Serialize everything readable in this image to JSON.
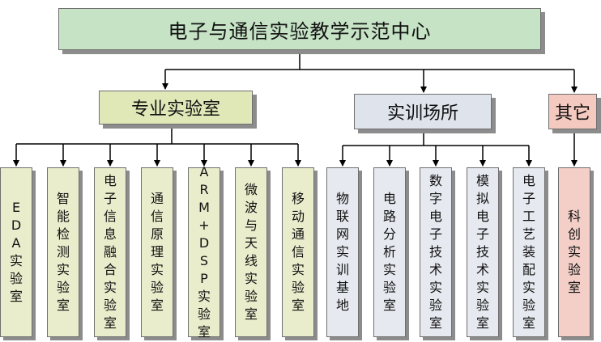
{
  "root": {
    "label": "电子与通信实验教学示范中心"
  },
  "categories": [
    {
      "label": "专业实验室",
      "children": [
        "EDA实验室",
        "智能检测实验室",
        "电子信息融合实验室",
        "通信原理实验室",
        "ARM+DSP实验室",
        "微波与天线实验室",
        "移动通信实验室"
      ]
    },
    {
      "label": "实训场所",
      "children": [
        "物联网实训基地",
        "电路分析实验室",
        "数字电子技术实验室",
        "模拟电子技术实验室",
        "电子工艺装配实验室"
      ]
    },
    {
      "label": "其它",
      "children": [
        "科创实验室"
      ]
    }
  ],
  "colors": {
    "root": "#c6e3c6",
    "professional": "#e1e8b8",
    "training": "#dfe4ec",
    "other": "#f3c9c0",
    "connector": "#000000"
  }
}
